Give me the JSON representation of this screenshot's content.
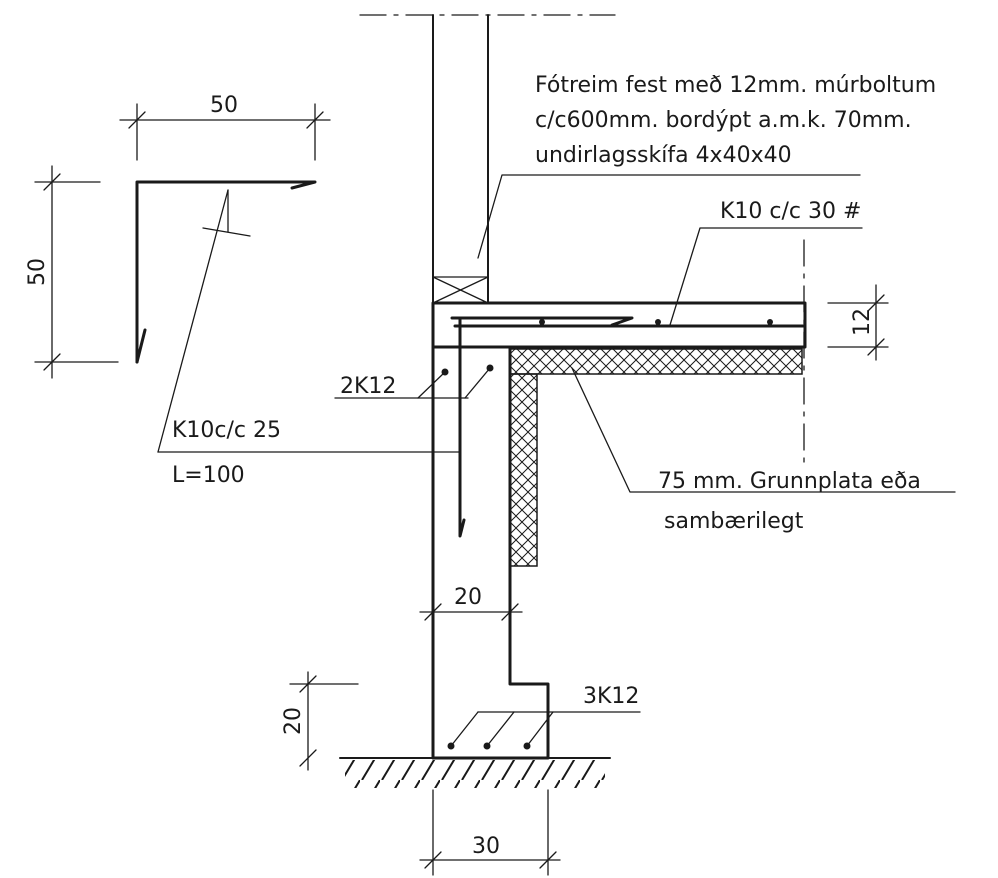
{
  "notes": {
    "anchor_line1": "Fótreim fest með 12mm. múrboltum",
    "anchor_line2": "c/c600mm. bordýpt a.m.k. 70mm.",
    "anchor_line3": "undirlagsskífa 4x40x40",
    "slab_rebar": "K10 c/c 30 #",
    "edge_bars": "2K12",
    "stirrup_spec": "K10c/c 25",
    "stirrup_length": "L=100",
    "insulation_line1": "75 mm. Grunnplata eða",
    "insulation_line2": "sambærilegt",
    "footing_bars": "3K12"
  },
  "dimensions": {
    "stirrup_width": "50",
    "stirrup_height": "50",
    "slab_thickness": "12",
    "wall_thickness": "20",
    "footing_step": "20",
    "footing_width": "30"
  },
  "colors": {
    "ink": "#1a1a1a",
    "paper": "#ffffff"
  }
}
